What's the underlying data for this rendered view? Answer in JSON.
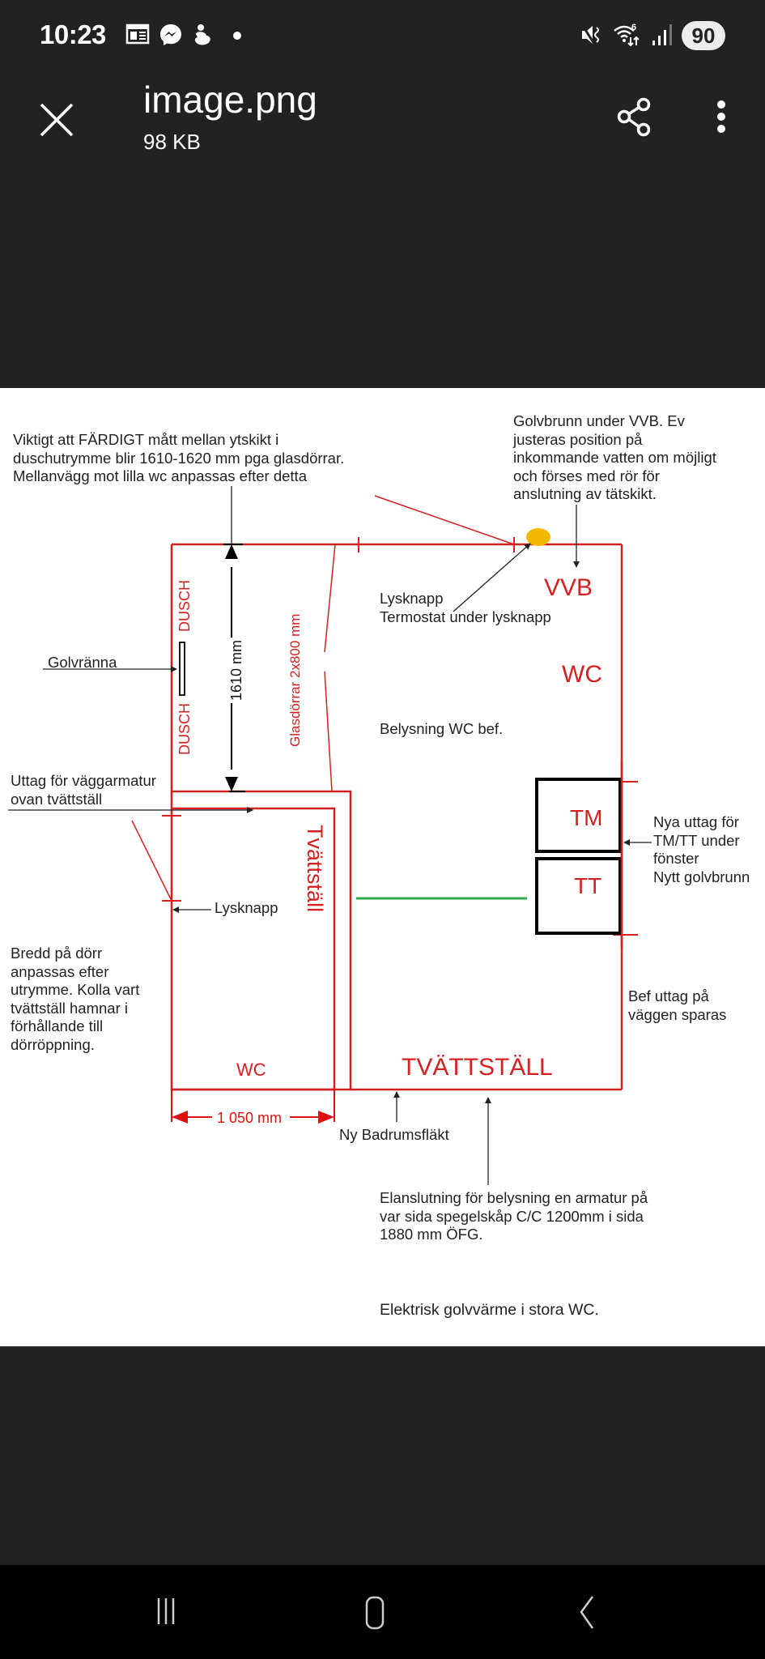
{
  "status_bar": {
    "time": "10:23",
    "notification_icons": [
      "news-icon",
      "messenger-icon",
      "app-notification-icon",
      "more-notifications-dot"
    ],
    "system_icons": [
      "mute-icon",
      "wifi-icon",
      "signal-icon"
    ],
    "wifi_label": "6",
    "battery": "90"
  },
  "app_bar": {
    "title": "image.png",
    "subtitle": "98 KB",
    "close_icon": "close-icon",
    "share_icon": "share-icon",
    "more_icon": "more-vert-icon"
  },
  "floorplan": {
    "notes": {
      "top_left": "Viktigt att FÄRDIGT mått mellan ytskikt i\nduschutrymme blir 1610-1620 mm pga glasdörrar.\nMellanvägg mot lilla wc anpassas efter detta",
      "top_right": "Golvbrunn under VVB. Ev\njusteras position på\ninkommande vatten om möjligt\noch förses med rör för\nanslutning av tätskikt.",
      "lysknapp_termostat": "Lysknapp\nTermostat under lysknapp",
      "golvranna": "Golvränna",
      "belysning_wc": "Belysning WC bef.",
      "uttag_vaggarmatur": "Uttag för väggarmatur\novan tvättställ",
      "lysknapp": "Lysknapp",
      "nya_uttag": "Nya uttag för\nTM/TT under\nfönster\nNytt golvbrunn",
      "bredd_dorr": "Bredd på dörr\nanpassas efter\nutrymme. Kolla vart\ntvättställ hamnar i\nförhållande till\ndörröppning.",
      "bef_uttag": "Bef uttag på\nväggen sparas",
      "badrumsflakt": "Ny Badrumsfläkt",
      "elanslutning": "Elanslutning för belysning en armatur på\nvar sida spegelskåp C/C 1200mm i sida\n1880 mm ÖFG.",
      "golvvarme": "Elektrisk golvvärme i stora WC."
    },
    "labels": {
      "dusch_top": "DUSCH",
      "dusch_bottom": "DUSCH",
      "dim_1610": "1610 mm",
      "glasdorrar": "Glasdörrar 2x800 mm",
      "vvb": "VVB",
      "wc_large": "WC",
      "tm": "TM",
      "tt": "TT",
      "tvattstall_vertical": "Tvättställ",
      "wc_small": "WC",
      "tvattstall": "TVÄTTSTÄLL",
      "dim_1050": "1 050 mm"
    },
    "colors": {
      "wall": "#d42020",
      "annotation": "#222222",
      "green_line": "#2ea84a",
      "highlight": "#f5b800"
    }
  },
  "nav_bar": {
    "recents_icon": "recents-icon",
    "home_icon": "home-icon",
    "back_icon": "back-icon"
  }
}
